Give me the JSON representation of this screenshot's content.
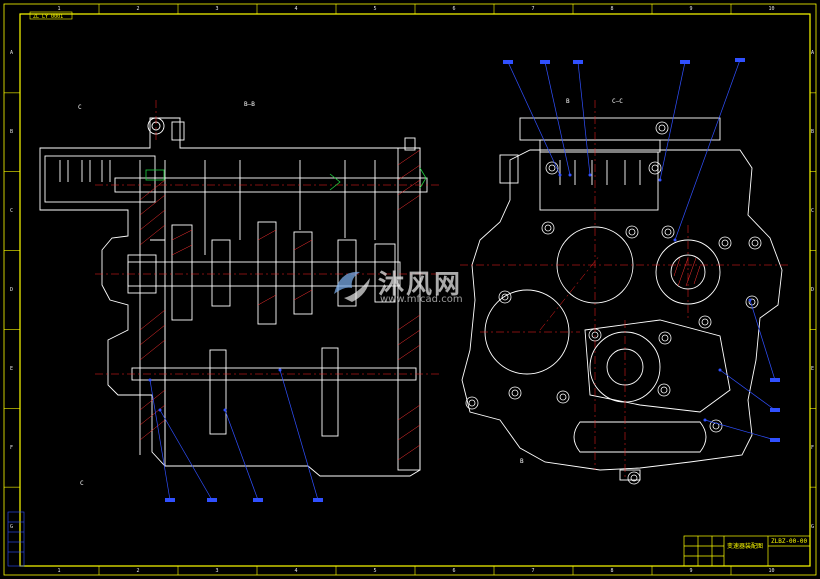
{
  "title_stamp": "ZL LY 0001",
  "zone_numbers_top": [
    "1",
    "2",
    "3",
    "4",
    "5",
    "6",
    "7",
    "8",
    "9",
    "10"
  ],
  "zone_letters_left": [
    "A",
    "B",
    "C",
    "D",
    "E",
    "F",
    "G"
  ],
  "section_labels": {
    "left_marker_top": "C",
    "left_marker_bottom": "C",
    "left_view": "B—B",
    "right_view": "C—C",
    "right_marker_top": "B",
    "right_marker_bottom": "B"
  },
  "title_block": {
    "drawing_name": "变速器装配图",
    "drawing_code": "ZLBZ-00-00"
  },
  "watermark": {
    "main": "沐风网",
    "sub": "www.mfcad.com"
  },
  "colors": {
    "background": "#000000",
    "outline": "#ffffff",
    "frame": "#ffff00",
    "centerline": "#ff2020",
    "hatch": "#ff3030",
    "leader": "#3050ff",
    "balloon": "#3050ff",
    "green": "#20d040"
  }
}
